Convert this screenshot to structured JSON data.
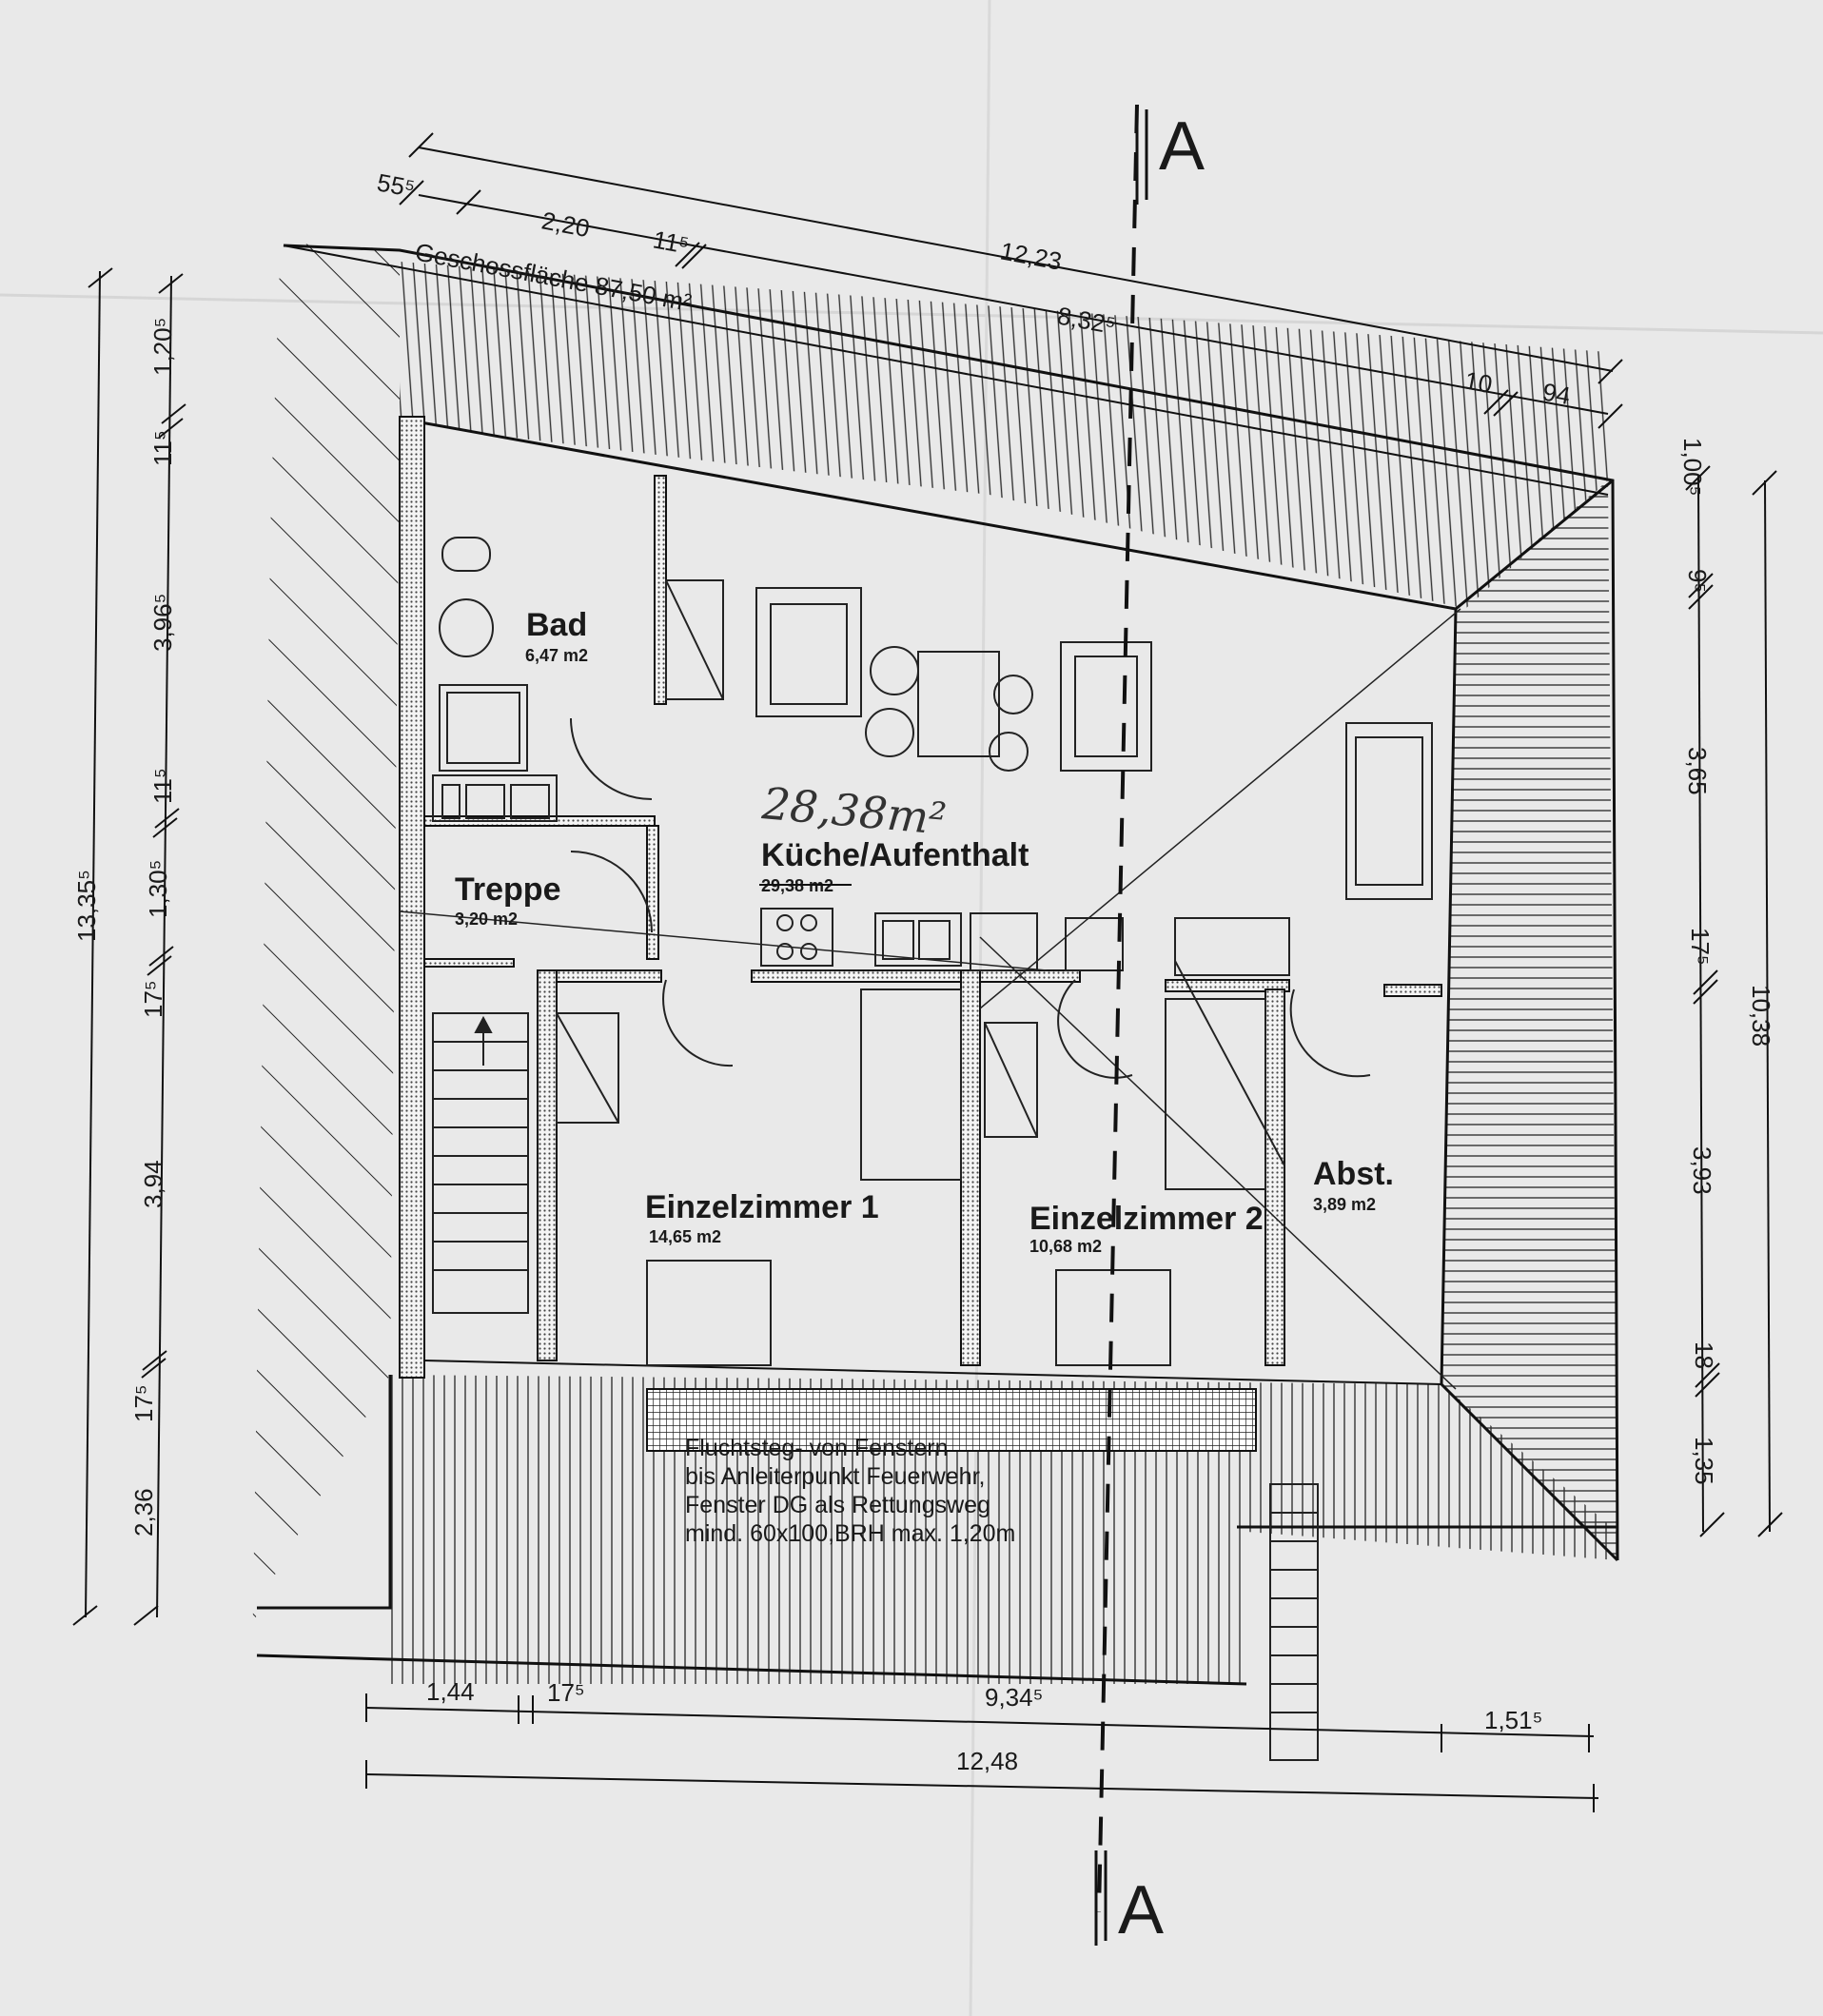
{
  "section_marker": "A",
  "area_label": "Geschossfläche  87,50 m²",
  "handwritten_area": "28,38m²",
  "rooms": {
    "bad": {
      "name": "Bad",
      "area": "6,47 m2"
    },
    "treppe": {
      "name": "Treppe",
      "area": "3,20 m2"
    },
    "kueche": {
      "name": "Küche/Aufenthalt",
      "area": "29,38 m2"
    },
    "ez1": {
      "name": "Einzelzimmer 1",
      "area": "14,65 m2"
    },
    "ez2": {
      "name": "Einzelzimmer 2",
      "area": "10,68 m2"
    },
    "abst": {
      "name": "Abst.",
      "area": "3,89 m2"
    }
  },
  "escape_note": [
    "Fluchtsteg- von Fenstern",
    "bis Anleiterpunkt Feuerwehr,",
    "Fenster DG als Rettungsweg",
    "mind. 60x100,BRH max. 1,20m"
  ],
  "dims_top": {
    "d1": "55⁵",
    "d2": "2,20",
    "d3": "11⁵",
    "d4": "12,23",
    "d5": "8,32⁵",
    "d6": "10",
    "d7": "94"
  },
  "dims_left_outer": "13,35⁵",
  "dims_left_inner": [
    "1,20⁵",
    "11⁵",
    "3,96⁵",
    "11⁵",
    "1,30⁵",
    "17⁵",
    "3,94",
    "17⁵",
    "2,36"
  ],
  "dims_right_outer": "10,38",
  "dims_right_inner": [
    "1,00⁵",
    "9⁵",
    "3,65",
    "17⁵",
    "3,93",
    "18",
    "1,35"
  ],
  "dims_bottom": {
    "b1": "1,44",
    "b2": "17⁵",
    "b3": "9,34⁵",
    "b4": "1,51⁵",
    "b5": "12,48"
  }
}
